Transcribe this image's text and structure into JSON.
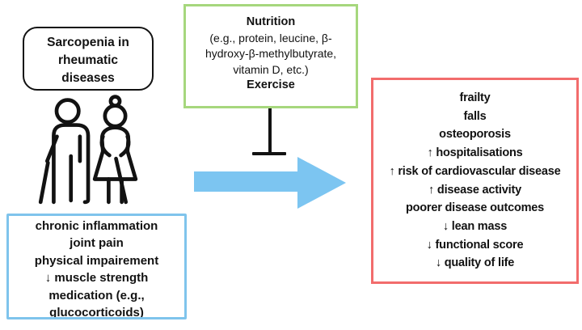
{
  "figure": {
    "title_box": {
      "text": "Sarcopenia in rheumatic diseases"
    },
    "intervention_box": {
      "heading": "Nutrition",
      "examples": "(e.g., protein, leucine, β-hydroxy-β-methylbutyrate, vitamin D, etc.)",
      "footer": "Exercise"
    },
    "features_box": {
      "items": [
        "chronic inflammation",
        "joint pain",
        "physical impairement",
        "↓ muscle strength",
        "medication (e.g., glucocorticoids)"
      ]
    },
    "outcomes_box": {
      "items": [
        "frailty",
        "falls",
        "osteoporosis",
        "↑ hospitalisations",
        "↑ risk of cardiovascular disease",
        "↑ disease activity",
        "poorer disease outcomes",
        "↓ lean mass",
        "↓ functional score",
        "↓ quality of life"
      ]
    },
    "icons": {
      "elderly_couple": "elderly-couple-icon",
      "inhibition": "inhibition-tbar-icon",
      "arrow": "right-arrow-icon"
    },
    "colors": {
      "intervention_border": "#a6d77d",
      "outcomes_border": "#f26c6c",
      "features_border": "#7fc4ec",
      "arrow_fill": "#7cc5f1",
      "ink": "#121212"
    }
  }
}
